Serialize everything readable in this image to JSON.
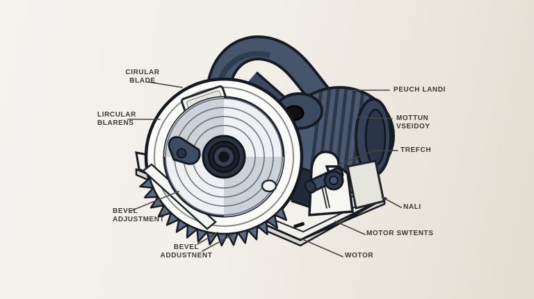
{
  "diagram": {
    "subject": "circular-saw-parts-diagram",
    "labels": {
      "circular_blade": {
        "line1": "CIRULAR",
        "line2": "BLADE"
      },
      "lircular_blarens": {
        "line1": "LIRCULAR",
        "line2": "BLARENS"
      },
      "peuch_landi": {
        "line1": "PEUCH LANDI"
      },
      "mottun_vseidoy": {
        "line1": "MOTTUN",
        "line2": "VSEIDOY"
      },
      "trefch": {
        "line1": "TREFCH"
      },
      "nali": {
        "line1": "NALI"
      },
      "motor_swtents": {
        "line1": "MOTOR SWTENTS"
      },
      "wotor": {
        "line1": "WOTOR"
      },
      "bevel_adjustment": {
        "line1": "BEVEL",
        "line2": "ADJUSTMENT"
      },
      "bevel_addustnent": {
        "line1": "BEVEL",
        "line2": "ADDUSTNENT"
      }
    },
    "palette": {
      "background": "#f0ece4",
      "slate_body": "#4b5a72",
      "slate_dark": "#2c3748",
      "outline_ink": "#161a22",
      "blade_steel": "#5a6a81",
      "blade_face": "#eff0f2",
      "guard_white": "#fbfbf8",
      "label_ink": "#38382f"
    }
  }
}
